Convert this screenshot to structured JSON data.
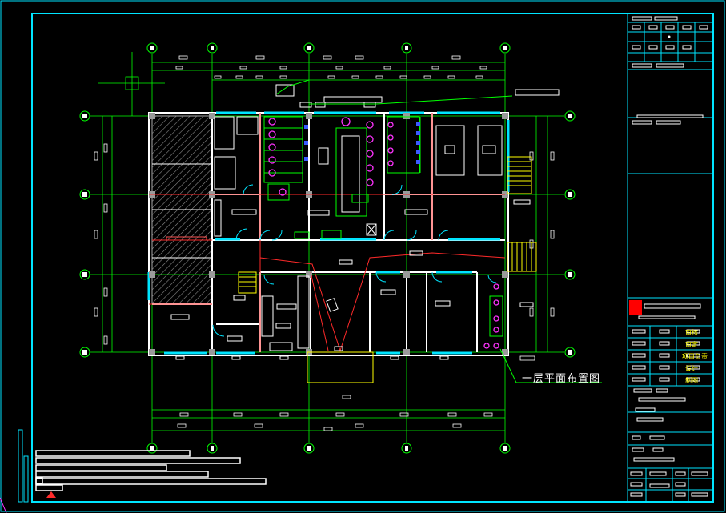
{
  "drawing": {
    "title": "一层平面布置图",
    "background": "#000000",
    "colors": {
      "frame": "#00e5ff",
      "axis": "#00ff00",
      "wall": "#ffffff",
      "red": "#ff2a2a",
      "yellow": "#ffff00",
      "magenta": "#ff33ff",
      "hatch": "#888888"
    }
  },
  "title_block": {
    "signature_rows": [
      "审核",
      "审定",
      "项目负责",
      "设计",
      "制图"
    ]
  }
}
